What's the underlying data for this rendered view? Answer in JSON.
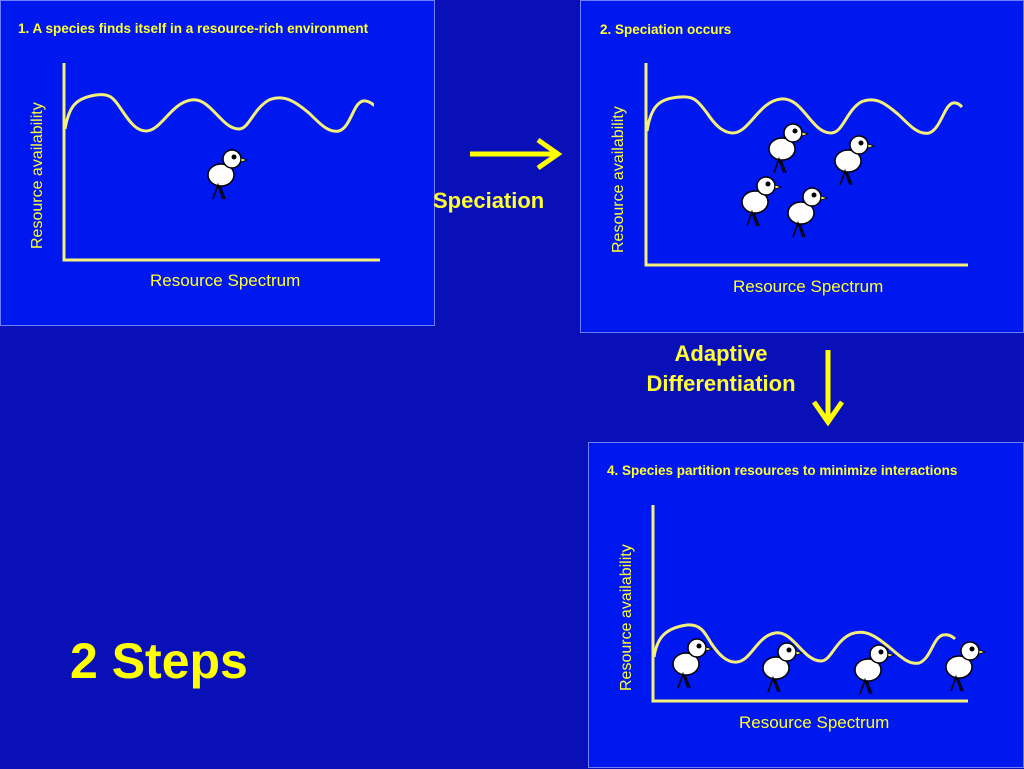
{
  "panels": [
    {
      "title": "1. A species finds itself in a resource-rich environment",
      "ylabel": "Resource availability",
      "xlabel": "Resource Spectrum"
    },
    {
      "title": "2. Speciation occurs",
      "ylabel": "Resource availability",
      "xlabel": "Resource Spectrum"
    },
    {
      "title": "4. Species partition resources to minimize interactions",
      "ylabel": "Resource availability",
      "xlabel": "Resource Spectrum"
    }
  ],
  "arrows": {
    "speciation": "Speciation",
    "adaptive_line1": "Adaptive",
    "adaptive_line2": "Differentiation"
  },
  "footer": "2 Steps",
  "colors": {
    "background": "#0a10b8",
    "panel": "#0018f0",
    "text": "#ffff33",
    "curve": "#f5f07a"
  }
}
